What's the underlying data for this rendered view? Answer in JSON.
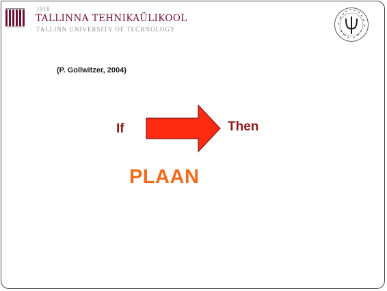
{
  "logo": {
    "year": "1918",
    "title": "TALLINNA TEHNIKAÜLIKOOL",
    "subtitle": "TALLINN UNIVERSITY OF TECHNOLOGY",
    "brand_color": "#6e0f34",
    "seal_icon": "psi-seal-icon",
    "seal_text": "TÖÖSTUSPSÜHHOLOOGIA INSTITUUT"
  },
  "slide": {
    "citation": "(P. Gollwitzer, 2004)",
    "if_label": "If",
    "then_label": "Then",
    "plan_label": "PLAAN",
    "arrow_icon": "right-arrow-icon",
    "colors": {
      "arrow_fill": "#ff2a12",
      "label_color": "#8b1a1a",
      "plan_color": "#f26a1b"
    }
  }
}
